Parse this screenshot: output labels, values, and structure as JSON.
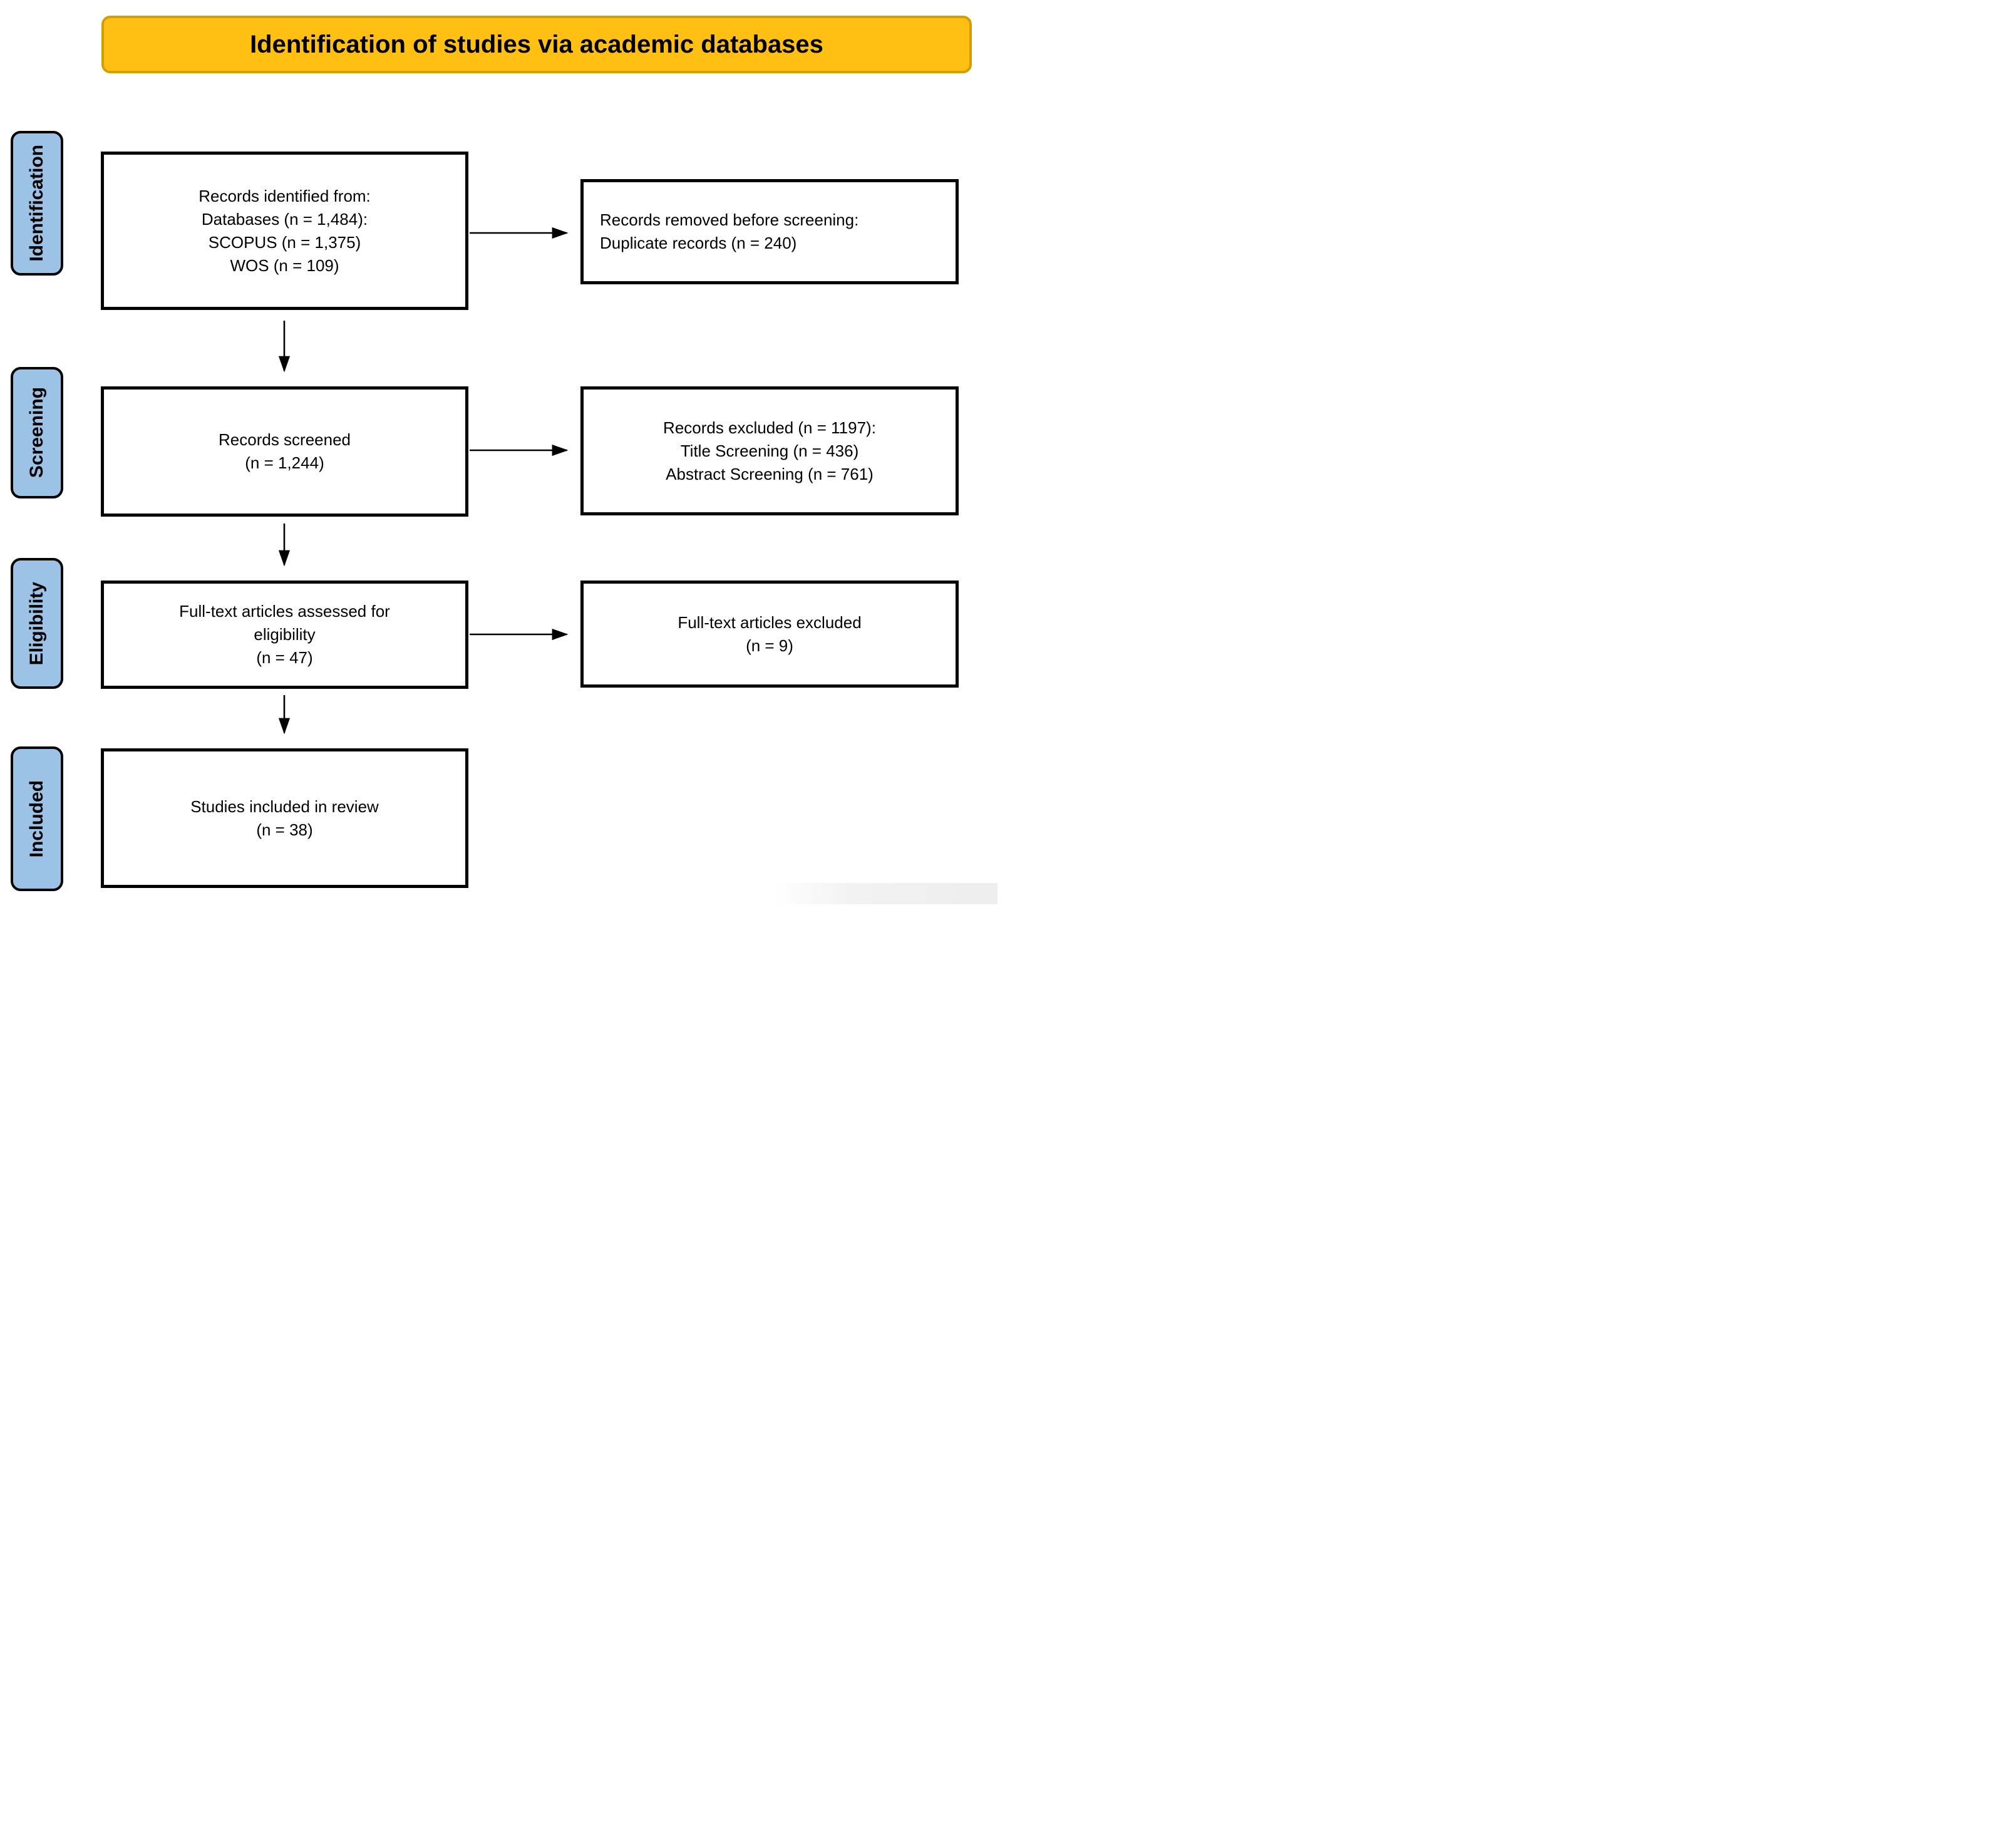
{
  "title": "Identification of studies via academic databases",
  "colors": {
    "title_bg": "#FFC013",
    "title_border": "#D49D00",
    "stage_bg": "#9CC3E5",
    "stage_border": "#000000",
    "box_border": "#000000",
    "box_bg": "#FFFFFF",
    "arrow": "#000000"
  },
  "stages": [
    {
      "label": "Identification"
    },
    {
      "label": "Screening"
    },
    {
      "label": "Eligibility"
    },
    {
      "label": "Included"
    }
  ],
  "boxes": {
    "identified": {
      "lines": [
        "Records identified from:",
        "Databases (n = 1,484):",
        "SCOPUS (n = 1,375)",
        "WOS (n = 109)"
      ]
    },
    "removed": {
      "lines": [
        "Records removed before screening:",
        "Duplicate records (n = 240)"
      ]
    },
    "screened": {
      "lines": [
        "Records screened",
        "(n = 1,244)"
      ]
    },
    "excluded": {
      "lines": [
        "Records excluded (n = 1197):",
        "Title Screening (n = 436)",
        "Abstract Screening (n = 761)"
      ]
    },
    "fulltext": {
      "lines": [
        "Full-text articles assessed for",
        "eligibility",
        "(n = 47)"
      ]
    },
    "fulltext_excluded": {
      "lines": [
        "Full-text articles excluded",
        "(n = 9)"
      ]
    },
    "included_studies": {
      "lines": [
        "Studies included in review",
        "(n = 38)"
      ]
    }
  }
}
